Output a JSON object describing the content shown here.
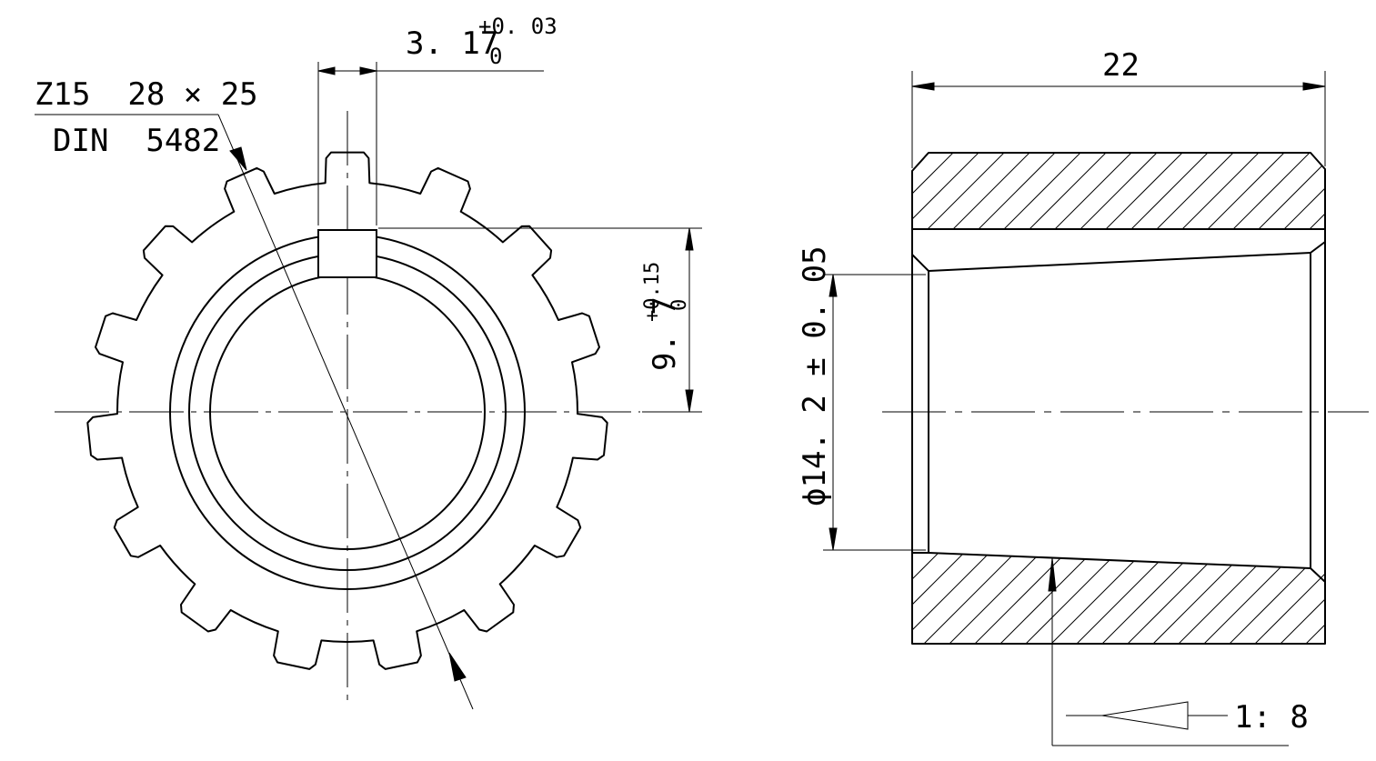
{
  "spline_spec": {
    "line1": "Z15  28 × 25",
    "line2": "DIN  5482"
  },
  "keyway_width": {
    "nominal": "3. 17",
    "upper": "+0. 03",
    "lower": "0"
  },
  "keyway_depth": {
    "nominal": "9. 7",
    "upper": "+0.15",
    "lower": "0"
  },
  "length": "22",
  "bore_diameter": "ϕ14. 2 ± 0. 05",
  "taper": "1: 8",
  "spline_teeth": 15
}
